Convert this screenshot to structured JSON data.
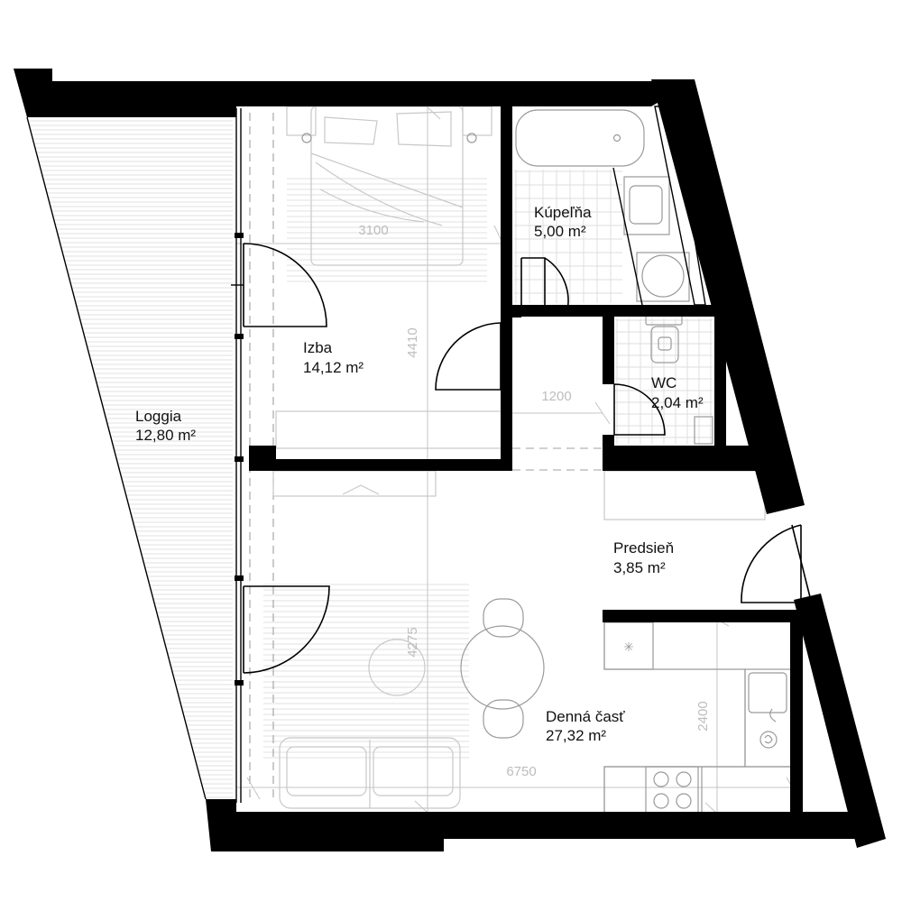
{
  "rooms": [
    {
      "id": "loggia",
      "name": "Loggia",
      "area": "12,80 m²"
    },
    {
      "id": "izba",
      "name": "Izba",
      "area": "14,12 m²"
    },
    {
      "id": "kupelna",
      "name": "Kúpeľňa",
      "area": "5,00 m²"
    },
    {
      "id": "wc",
      "name": "WC",
      "area": "2,04 m²"
    },
    {
      "id": "predsien",
      "name": "Predsieň",
      "area": "3,85 m²"
    },
    {
      "id": "denna",
      "name": "Denná časť",
      "area": "27,32 m²"
    }
  ],
  "dimensions": {
    "izba_width": "3100",
    "izba_depth": "4410",
    "corridor_width": "1200",
    "living_depth": "4275",
    "living_width": "6750",
    "kitchen_length": "2400"
  }
}
